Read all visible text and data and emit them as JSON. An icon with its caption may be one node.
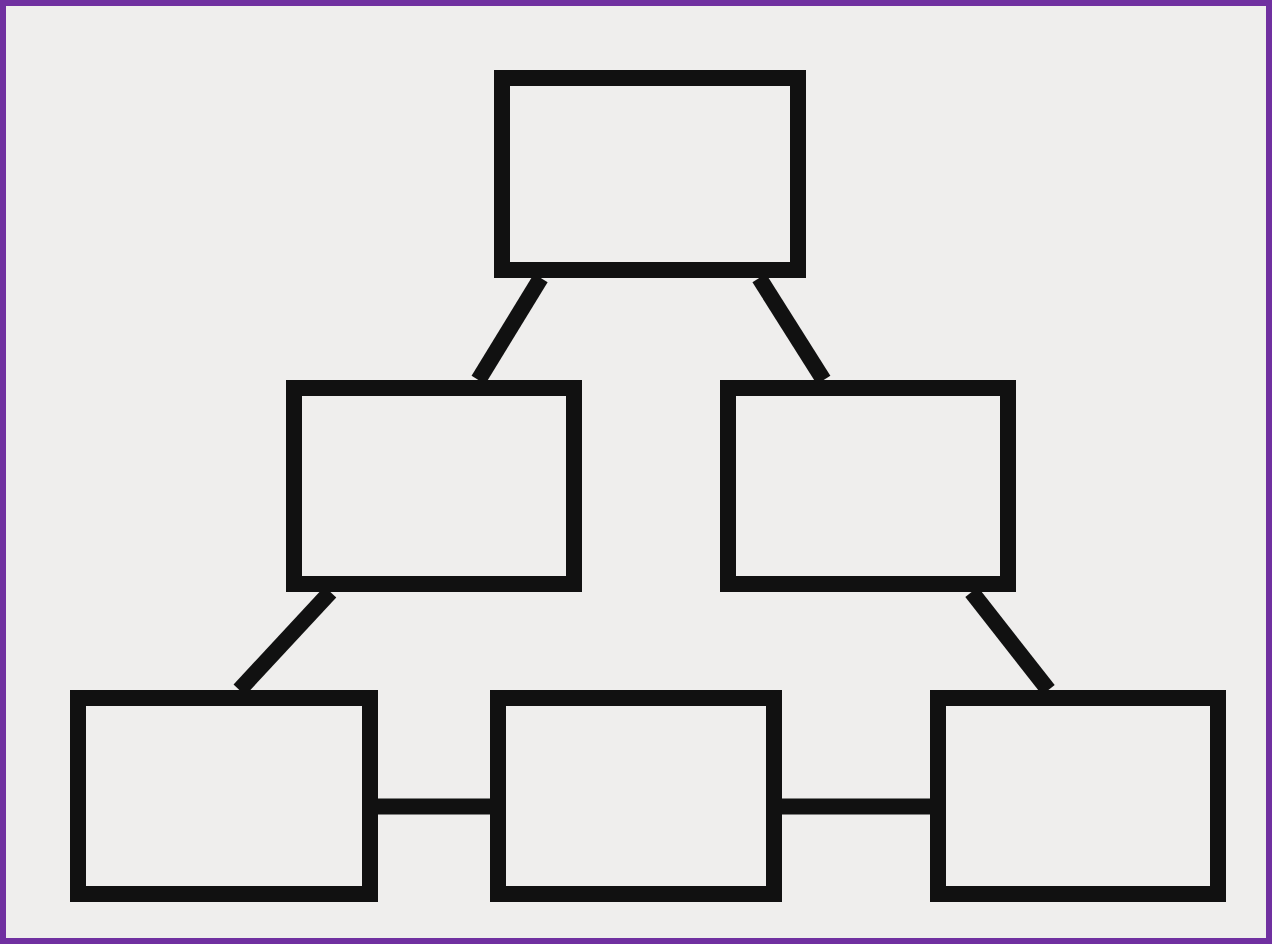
{
  "diagram": {
    "nodes": [
      {
        "text": [],
        "shape": "box"
      },
      {
        "text": [],
        "shape": "box"
      },
      {
        "text": [],
        "shape": "box"
      },
      {
        "text": [],
        "shape": "box"
      },
      {
        "text": [],
        "shape": "box"
      },
      {
        "text": [],
        "shape": "box"
      }
    ],
    "edges": [
      {
        "from": 0,
        "to": 1,
        "arrow": "none"
      },
      {
        "from": 0,
        "to": 2,
        "arrow": "none"
      },
      {
        "from": 1,
        "to": 3,
        "arrow": "none"
      },
      {
        "from": 2,
        "to": 5,
        "arrow": "none"
      },
      {
        "from": 3,
        "to": 4,
        "arrow": "none"
      },
      {
        "from": 4,
        "to": 5,
        "arrow": "none"
      }
    ]
  }
}
